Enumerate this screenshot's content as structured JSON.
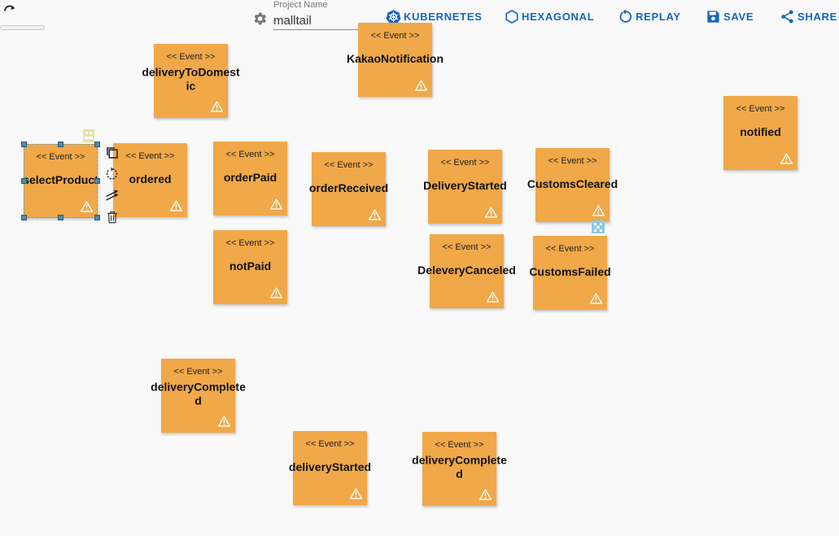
{
  "toolbar": {
    "project_name_label": "Project Name",
    "project_name_value": "malltail",
    "kubernetes_label": "KUBERNETES",
    "hexagonal_label": "HEXAGONAL",
    "replay_label": "REPLAY",
    "save_label": "SAVE",
    "share_label": "SHARE"
  },
  "colors": {
    "accent": "#1565c0",
    "sticker": "#f0a848",
    "handle": "#4e8ca6"
  },
  "stickers": [
    {
      "stereotype": "<< Event >>",
      "name": "selectProduct"
    },
    {
      "stereotype": "<< Event >>",
      "name": "ordered"
    },
    {
      "stereotype": "<< Event >>",
      "name": "deliveryToDomestic"
    },
    {
      "stereotype": "<< Event >>",
      "name": "KakaoNotification"
    },
    {
      "stereotype": "<< Event >>",
      "name": "orderPaid"
    },
    {
      "stereotype": "<< Event >>",
      "name": "notPaid"
    },
    {
      "stereotype": "<< Event >>",
      "name": "orderReceived"
    },
    {
      "stereotype": "<< Event >>",
      "name": "DeliveryStarted"
    },
    {
      "stereotype": "<< Event >>",
      "name": "DeleveryCanceled"
    },
    {
      "stereotype": "<< Event >>",
      "name": "CustomsCleared"
    },
    {
      "stereotype": "<< Event >>",
      "name": "CustomsFailed"
    },
    {
      "stereotype": "<< Event >>",
      "name": "notified"
    },
    {
      "stereotype": "<< Event >>",
      "name": "deliveryCompleted"
    },
    {
      "stereotype": "<< Event >>",
      "name": "deliveryStarted"
    },
    {
      "stereotype": "<< Event >>",
      "name": "deliveryCompleted"
    }
  ]
}
